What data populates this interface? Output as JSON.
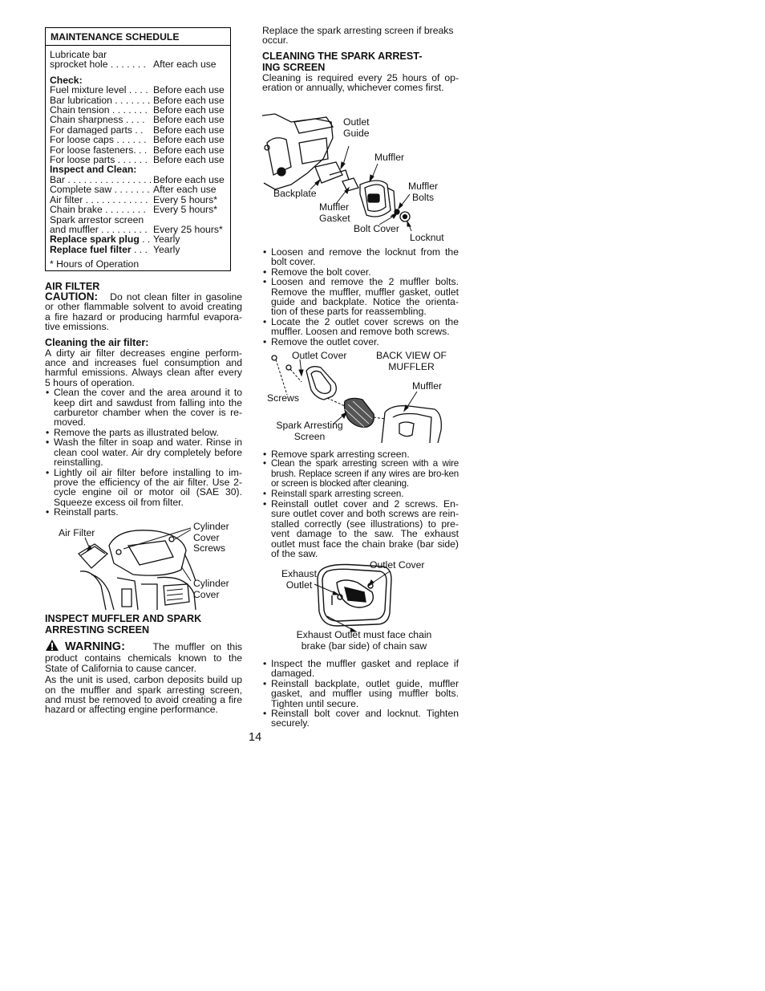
{
  "schedule": {
    "title": "MAINTENANCE SCHEDULE",
    "rows1": [
      {
        "k": "Lubricate bar",
        "v": ""
      },
      {
        "k": "sprocket hole . . . . . . .",
        "v": "After each use"
      }
    ],
    "check_heading": "Check:",
    "rows2": [
      {
        "k": "Fuel mixture level . . . .",
        "v": "Before each use"
      },
      {
        "k": "Bar lubrication . . . . . . .",
        "v": "Before each use"
      },
      {
        "k": "Chain tension . . . . . . .",
        "v": "Before each use"
      },
      {
        "k": "Chain sharpness . . . .",
        "v": "Before each use"
      },
      {
        "k": "For damaged parts . .",
        "v": "Before each use"
      },
      {
        "k": "For loose caps . . . . . .",
        "v": "Before each use"
      },
      {
        "k": "For loose fasteners. . .",
        "v": "Before each use"
      },
      {
        "k": "For loose parts . . . . . .",
        "v": "Before each use"
      }
    ],
    "inspect_heading": "Inspect and Clean:",
    "rows3": [
      {
        "k": "Bar . . . . . . . . . . . . . . . .",
        "v": "Before each use"
      },
      {
        "k": "Complete saw . . . . . . .",
        "v": "After each use"
      },
      {
        "k": "Air filter . . . . . . . . . . . .",
        "v": "Every 5 hours*"
      },
      {
        "k": "Chain brake . . . . . . . .",
        "v": "Every 5 hours*"
      },
      {
        "k": "Spark arrestor screen",
        "v": ""
      },
      {
        "k": "and muffler . . . . . . . . .",
        "v": "Every 25 hours*"
      }
    ],
    "spark_plug_label": "Replace spark plug",
    "spark_plug_dots": " . .",
    "spark_plug_value": "Yearly",
    "fuel_filter_label": "Replace fuel filter",
    "fuel_filter_dots": " . . .",
    "fuel_filter_value": "Yearly",
    "footnote": "* Hours of Operation"
  },
  "air_filter": {
    "heading": "AIR FILTER",
    "caution_label": "CAUTION:",
    "caution_text": "Do not clean filter in gasoline or other flammable solvent to avoid creating a fire hazard or producing harmful evapora-tive emissions.",
    "cleaning_heading": "Cleaning the air filter:",
    "intro": "A dirty air filter decreases engine perform-ance and increases fuel consumption and harmful emissions. Always clean after every 5 hours of operation.",
    "steps": [
      "Clean the cover and the area around it to keep dirt and sawdust from falling into the carburetor chamber when the cover is re-moved.",
      "Remove the parts as illustrated below.",
      "Wash the filter in soap and water. Rinse in clean cool water. Air dry completely before reinstalling.",
      "Lightly oil air filter before installing to im-prove the efficiency of the air filter. Use 2-cycle engine oil or motor oil (SAE 30). Squeeze excess oil from filter.",
      "Reinstall parts."
    ],
    "fig_labels": {
      "air_filter": "Air Filter",
      "cover_screws_1": "Cylinder",
      "cover_screws_2": "Cover",
      "cover_screws_3": "Screws",
      "cover_1": "Cylinder",
      "cover_2": "Cover"
    }
  },
  "muffler": {
    "heading_1": "INSPECT MUFFLER AND SPARK",
    "heading_2": "ARRESTING SCREEN",
    "warning_label": "WARNING:",
    "warning_text": "The muffler on this product contains chemicals known to the State of California to cause cancer.",
    "body": "As the unit is used, carbon deposits build up on the muffler and spark arresting screen, and must be removed to avoid creating a fire hazard or affecting engine performance."
  },
  "right": {
    "intro": "Replace the spark arresting screen if breaks occur.",
    "heading_1": "CLEANING THE SPARK ARREST-",
    "heading_2": "ING SCREEN",
    "cleaning_text": "Cleaning is required every 25 hours of op-eration or annually, whichever comes first.",
    "fig1": {
      "outlet_guide_1": "Outlet",
      "outlet_guide_2": "Guide",
      "muffler": "Muffler",
      "muffler_bolts_1": "Muffler",
      "muffler_bolts_2": "Bolts",
      "backplate": "Backplate",
      "muffler_gasket_1": "Muffler",
      "muffler_gasket_2": "Gasket",
      "bolt_cover": "Bolt Cover",
      "locknut": "Locknut"
    },
    "steps1": [
      "Loosen and remove the locknut from the bolt cover.",
      "Remove the bolt cover.",
      "Loosen and remove the 2 muffler bolts. Remove the muffler, muffler gasket, outlet guide and backplate. Notice the orienta-tion of these parts for reassembling.",
      "Locate the 2 outlet cover screws on the muffler. Loosen and remove both screws.",
      "Remove the outlet cover."
    ],
    "fig2": {
      "outlet_cover": "Outlet Cover",
      "back_view_1": "BACK VIEW OF",
      "back_view_2": "MUFFLER",
      "muffler": "Muffler",
      "screws": "Screws",
      "spark_screen_1": "Spark Arresting",
      "spark_screen_2": "Screen"
    },
    "steps2": [
      "Remove spark arresting screen.",
      "Clean the spark arresting screen with a wire brush. Replace screen if any wires are bro-ken or screen is blocked after cleaning.",
      "Reinstall spark arresting screen.",
      "Reinstall outlet cover and 2 screws. En-sure outlet cover and both screws are rein-stalled correctly (see illustrations) to pre-vent damage to the saw. The exhaust outlet must face the chain brake (bar side) of the saw."
    ],
    "fig3": {
      "exhaust_outlet_1": "Exhaust",
      "exhaust_outlet_2": "Outlet",
      "outlet_cover": "Outlet Cover",
      "caption_1": "Exhaust Outlet must face chain",
      "caption_2": "brake (bar side) of chain saw"
    },
    "steps3": [
      "Inspect the muffler gasket and replace if damaged.",
      "Reinstall backplate, outlet guide, muffler gasket, and muffler using muffler bolts. Tighten until secure.",
      "Reinstall bolt cover and locknut. Tighten securely."
    ]
  },
  "page_number": "14"
}
